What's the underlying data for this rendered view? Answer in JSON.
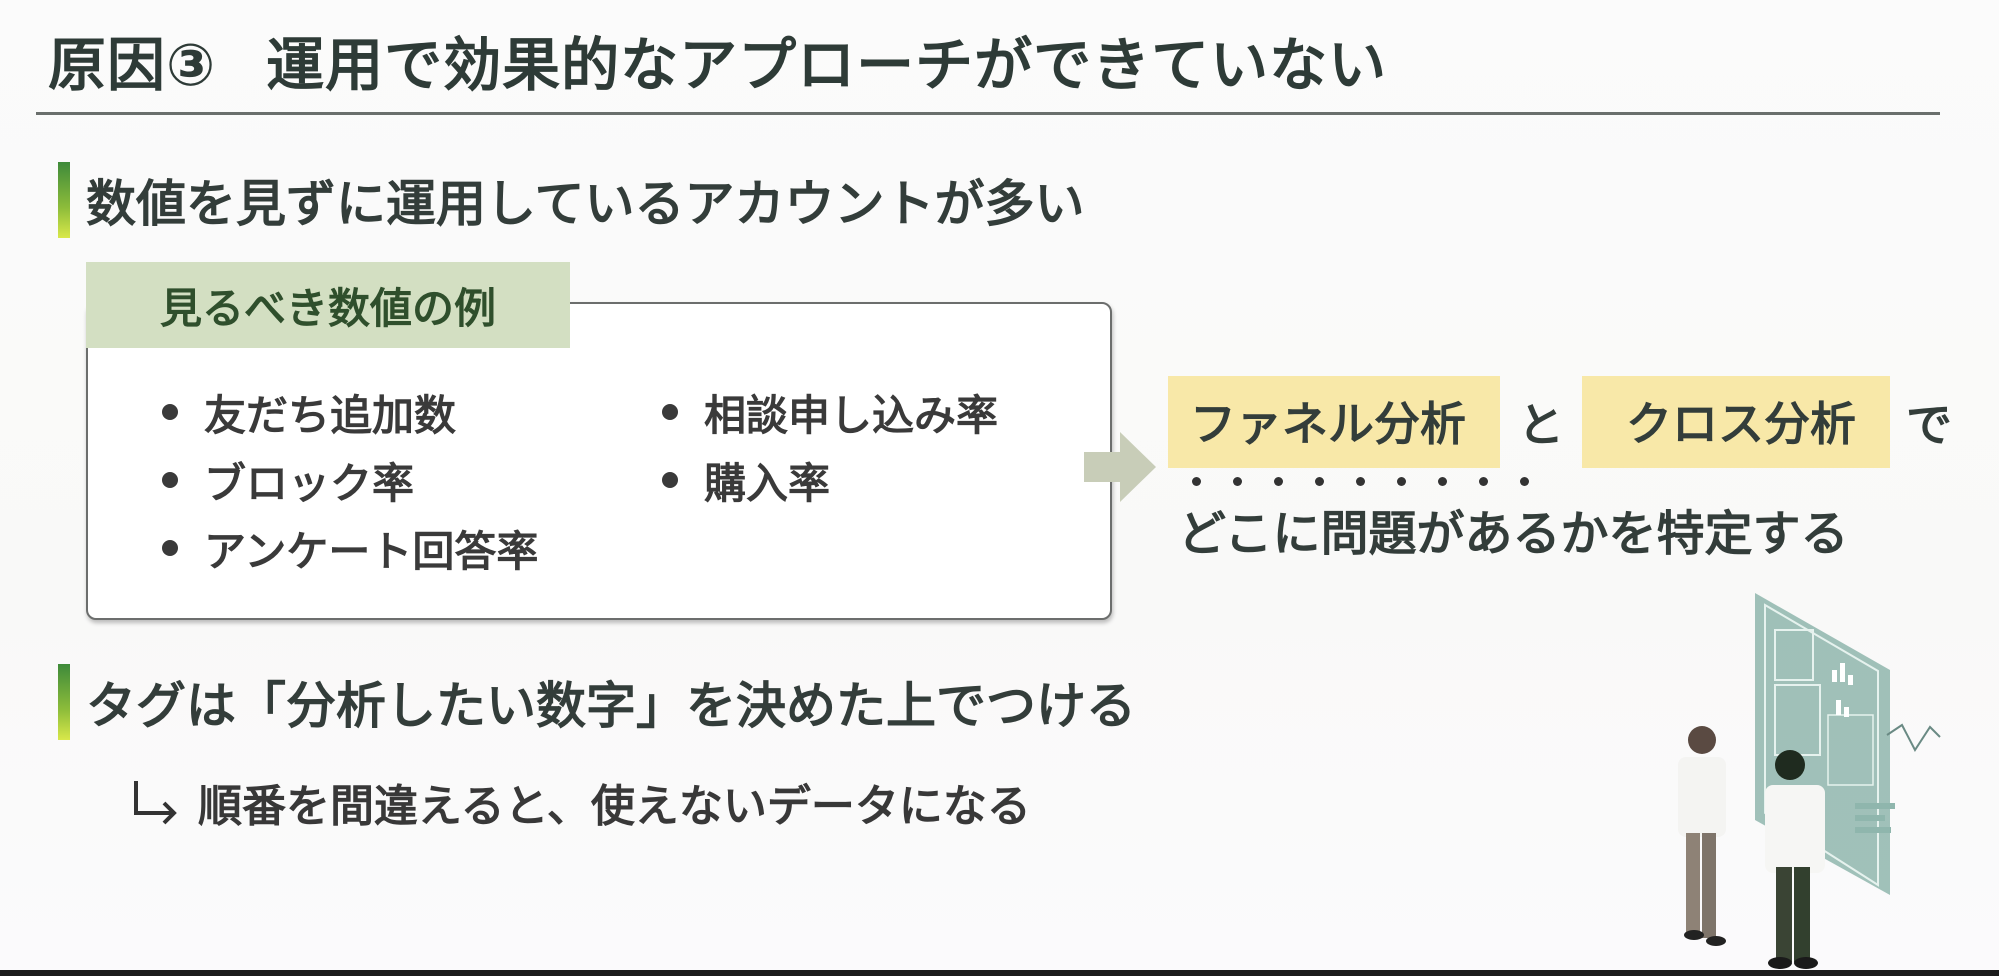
{
  "slide": {
    "title_number": "原因③",
    "title_text": "運用で効果的なアプローチができていない",
    "section1": {
      "heading": "数値を見ずに運用しているアカウントが多い",
      "box_label": "見るべき数値の例",
      "metrics_col1": [
        "友だち追加数",
        "ブロック率",
        "アンケート回答率"
      ],
      "metrics_col2": [
        "相談申し込み率",
        "購入率"
      ]
    },
    "conclusion": {
      "highlight1": "ファネル分析",
      "connector": "と",
      "highlight2": "クロス分析",
      "suffix": "で",
      "emphasized_line": "どこに問題があるかを特定する",
      "emphasis_dot_count": 9
    },
    "section2": {
      "heading": "タグは「分析したい数字」を決めた上でつける",
      "note": "順番を間違えると、使えないデータになる"
    },
    "illustration": "two-people-looking-at-dashboard-illustration",
    "colors": {
      "accent_bar_top": "#3e8a3a",
      "accent_bar_bottom": "#d9e84a",
      "box_label_bg": "#d3dfc2",
      "highlight_bg": "#f8e8a8",
      "arrow": "#c8cdb8",
      "text": "#333d3a"
    }
  }
}
